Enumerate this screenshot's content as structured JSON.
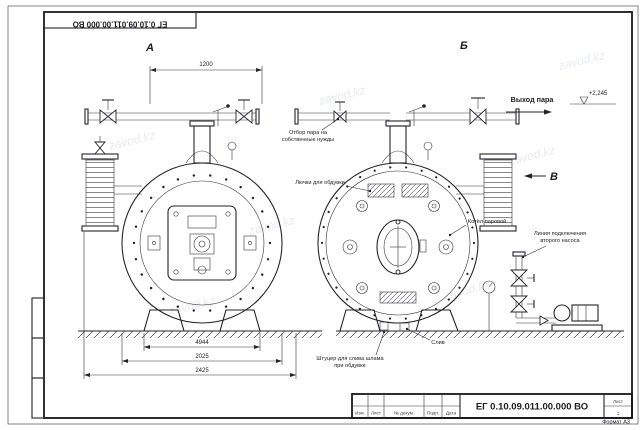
{
  "sheet": {
    "doc_number": "ЕГ 0.10.09.011.00.000 ВО",
    "format_label": "Формат А3",
    "watermark": "zavod.kz"
  },
  "title_block": {
    "doc_number": "ЕГ 0.10.09.011.00.000 ВО",
    "col_izm": "Изм.",
    "col_list": "Лист",
    "col_doc": "№ докум.",
    "col_podp": "Подп.",
    "col_data": "Дата",
    "sheet_label": "Лист",
    "sheet_value": "1"
  },
  "views": {
    "a": "А",
    "b": "Б",
    "v": "В"
  },
  "dimensions": {
    "top_width": "1200",
    "between_supports": "4944",
    "shell_diameter": "2025",
    "overall_width": "2425",
    "elevation": "+2,245"
  },
  "annotations": {
    "steam_out": "Выход пара",
    "own_needs_1": "Отбор пара на",
    "own_needs_2": "собственные нужды",
    "hatches": "Лючки для обдувки",
    "boiler": "Котёл паровой",
    "pump_line_1": "Линия подключения",
    "pump_line_2": "второго насоса",
    "drain": "Слив",
    "sludge_1": "Штуцер для слива шлама",
    "sludge_2": "при обдувке"
  }
}
